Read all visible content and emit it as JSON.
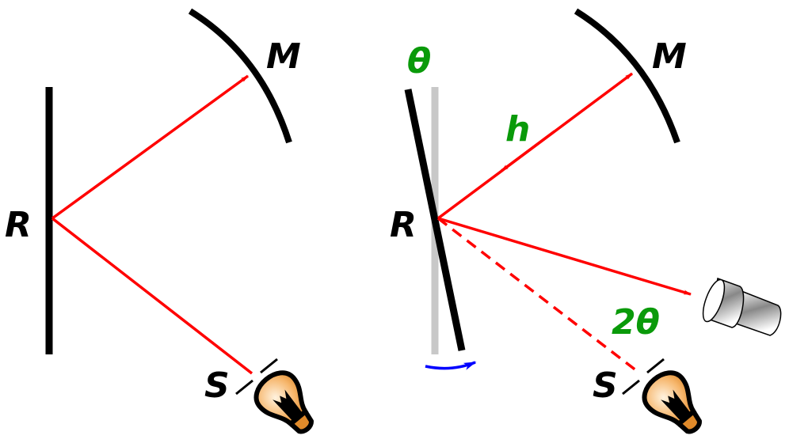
{
  "left_panel": {
    "reflector_label": "R",
    "mirror_label": "M",
    "source_label": "S"
  },
  "right_panel": {
    "reflector_label": "R",
    "mirror_label": "M",
    "source_label": "S",
    "rotation_label": "θ",
    "distance_label": "h",
    "deflection_label": "2θ"
  },
  "colors": {
    "beam": "#ff0000",
    "annotation": "#0a9a0a",
    "rotation_arrow": "#0000ff",
    "reference_mirror": "#c8c8c8"
  }
}
